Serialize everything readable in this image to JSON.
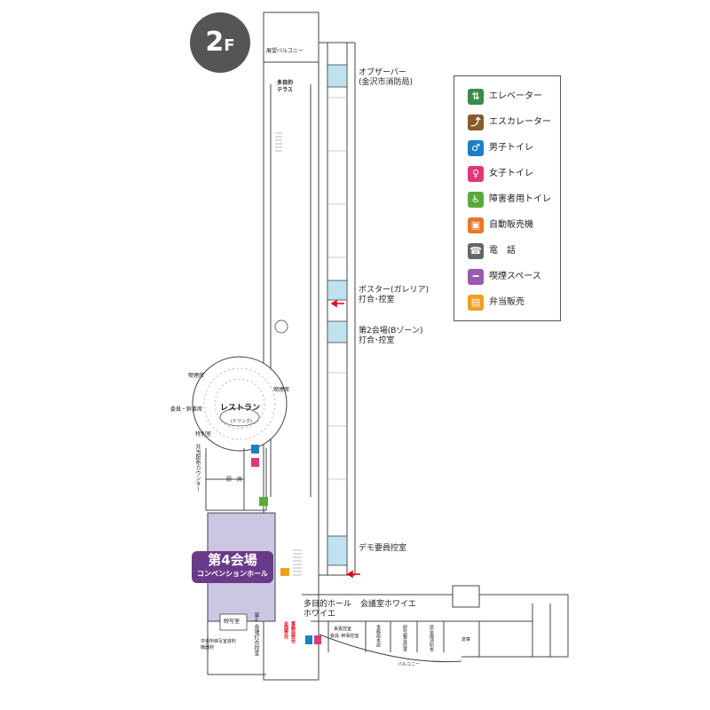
{
  "floor": {
    "number": "2",
    "suffix": "F"
  },
  "legend": {
    "items": [
      {
        "icon": "elevator-icon",
        "label": "エレベーター",
        "color": "#3a8a4a"
      },
      {
        "icon": "escalator-icon",
        "label": "エスカレーター",
        "color": "#8a5a2a"
      },
      {
        "icon": "mens-toilet-icon",
        "label": "男子トイレ",
        "color": "#1e7fc4"
      },
      {
        "icon": "womens-toilet-icon",
        "label": "女子トイレ",
        "color": "#e0367a"
      },
      {
        "icon": "accessible-toilet-icon",
        "label": "障害者用トイレ",
        "color": "#5aaa3a"
      },
      {
        "icon": "vending-machine-icon",
        "label": "自動販売機",
        "color": "#e8762a"
      },
      {
        "icon": "telephone-icon",
        "label": "電　話",
        "color": "#666666"
      },
      {
        "icon": "smoking-area-icon",
        "label": "喫煙スペース",
        "color": "#9a5ab0"
      },
      {
        "icon": "bento-icon",
        "label": "弁当販売",
        "color": "#f0a020"
      }
    ]
  },
  "rooms": {
    "observer_bar": "オブザーバー",
    "observer_bar_sub": "(金沢市消防局)",
    "poster": "ポスター(ガレリア)",
    "poster_sub": "打合･控室",
    "venue2": "第2会場(Bゾーン)",
    "venue2_sub": "打合･控室",
    "demo": "デモ要員控室",
    "terrace": "多目的\nテラス",
    "balcony_top": "展望バルコニー",
    "restaurant": "レストラン",
    "restaurant_sub": "(ドリンク)",
    "smoking_left": "喫煙席",
    "smoking_right": "喫煙席",
    "vip_room": "委員・幹事席",
    "special_room": "特別室",
    "bento_counter": "弁当配布カウンター",
    "kitchen": "厨　房",
    "venue4": "第4会場",
    "venue4_sub": "コンベンションホール",
    "projection": "映写室",
    "venue4_office": "第4会場打合控室",
    "sponsor": "市役所映写室資料機器材",
    "foyer_multi": "多目的ホール",
    "foyer_multi_sub": "ホワイエ",
    "reception": "全国受付",
    "reception_sub": "事務局受付",
    "foyer_conf": "会議室ホワイエ",
    "room_a": "来賓控室",
    "room_a_sub": "委員･幹事控室",
    "room_b": "事務局本部",
    "room_c": "研究報告控室",
    "room_d": "県全国消防長",
    "room_e": "倉庫",
    "balcony_bottom": "バルコニー"
  }
}
